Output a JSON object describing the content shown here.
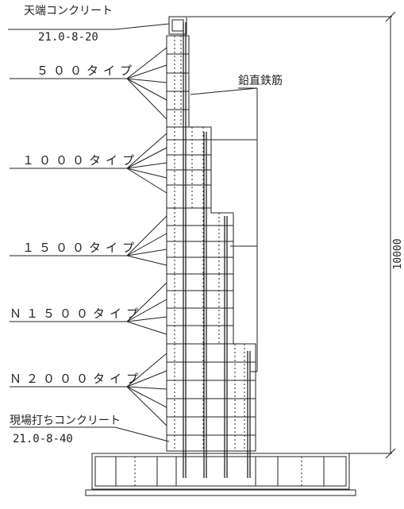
{
  "labels": {
    "top_concrete": "天端コンクリート",
    "top_concrete_spec": "21.0-8-20",
    "type_500": "５００タイプ",
    "type_1000": "１０００タイプ",
    "type_1500": "１５００タイプ",
    "type_n1500": "Ｎ１５００タイプ",
    "type_n2000": "Ｎ２０００タイプ",
    "cast_concrete": "現場打ちコンクリート",
    "cast_concrete_spec": "21.0-8-40",
    "vertical_rebar": "鉛直鉄筋",
    "height_dim": "10000"
  },
  "colors": {
    "line": "#222222",
    "background": "#ffffff"
  }
}
